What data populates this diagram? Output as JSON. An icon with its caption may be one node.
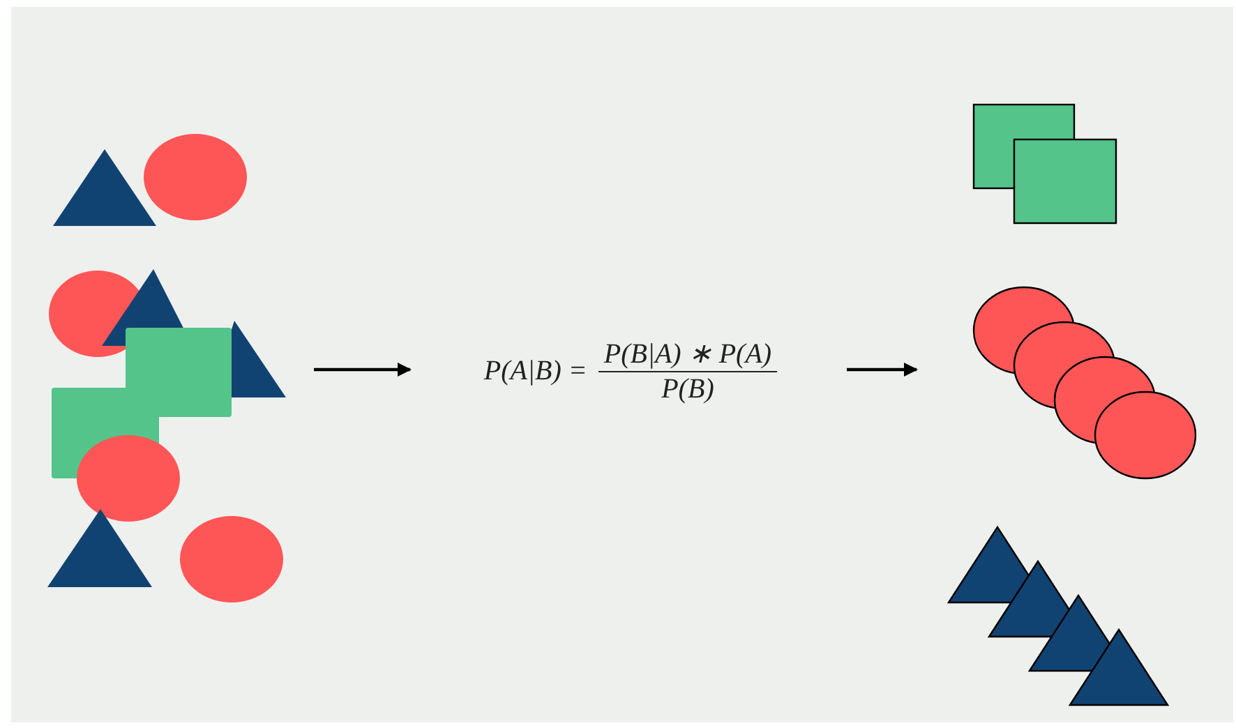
{
  "diagram": {
    "nodes": [
      {
        "text": [],
        "shape": "picture"
      },
      {
        "text": [
          "P(A|B) =",
          "P(B|A) ∗ P(A)",
          "P(B)"
        ]
      },
      {
        "text": [],
        "shape": "picture"
      }
    ],
    "edges": [
      {
        "from": 0,
        "to": 1,
        "arrow": "to"
      },
      {
        "from": 1,
        "to": 2,
        "arrow": "to"
      }
    ]
  }
}
